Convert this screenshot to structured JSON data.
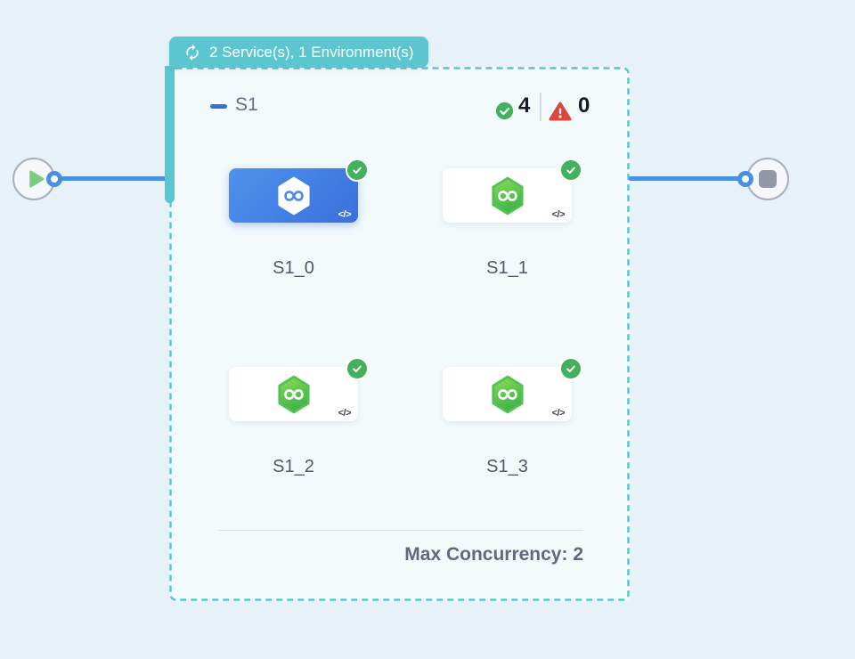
{
  "colors": {
    "teal_accent": "#5bc6cf",
    "edge_blue": "#4a90e2",
    "selected_card_blue": "#3f7ce2",
    "success_green": "#42b05c",
    "hexagon_green": "#5fc94f",
    "failure_red": "#d9473d",
    "page_background": "#e7f2f8",
    "panel_background": "#f2fafc"
  },
  "header_tab": {
    "label": "2 Service(s), 1 Environment(s)"
  },
  "stage": {
    "name": "S1",
    "success_count": "4",
    "failure_count": "0",
    "max_concurrency": "Max Concurrency: 2"
  },
  "services": [
    {
      "label": "S1_0",
      "state": "selected"
    },
    {
      "label": "S1_1",
      "state": "success"
    },
    {
      "label": "S1_2",
      "state": "success"
    },
    {
      "label": "S1_3",
      "state": "success"
    }
  ],
  "icons": {
    "code": "</>"
  }
}
